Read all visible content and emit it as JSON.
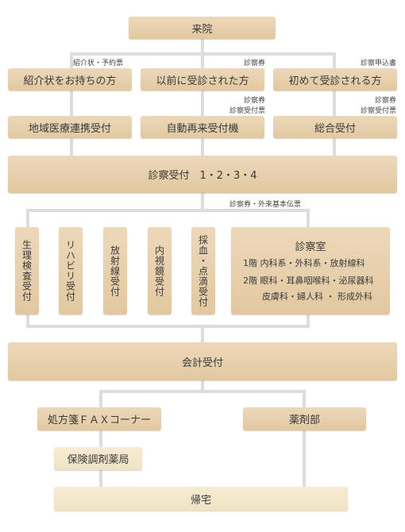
{
  "steps": {
    "arrival": "来院",
    "referral": "紹介状をお持ちの方",
    "previous": "以前に受診された方",
    "first": "初めて受診される方",
    "regional": "地域医療連携受付",
    "auto": "自動再来受付機",
    "general": "総合受付",
    "exam_reception": "診察受付　1・2・3・4",
    "accounting": "会計受付",
    "fax_corner": "処方箋ＦＡＸコーナー",
    "pharmacy": "薬剤部",
    "external_pharmacy": "保険調剤薬局",
    "home": "帰宅"
  },
  "labels": {
    "referral_docs": "紹介状・予約票",
    "previous_docs": "診察券",
    "first_docs": "診察申込書",
    "auto_docs_1": "診察券",
    "auto_docs_2": "診察受付票",
    "general_docs_1": "診察券",
    "general_docs_2": "診察受付票",
    "exam_docs": "診察券・外来基本伝票"
  },
  "departments": [
    "生理検査受付",
    "リハビリ受付",
    "放射線受付",
    "内視鏡受付",
    "採血・点滴受付"
  ],
  "exam_room": {
    "title": "診察室",
    "floor1": "1階 内科系・外科系・放射線科",
    "floor2": "2階 眼科・耳鼻咽喉科・泌尿器科",
    "floor2_cont": "皮膚科・婦人科 ・ 形成外科"
  }
}
